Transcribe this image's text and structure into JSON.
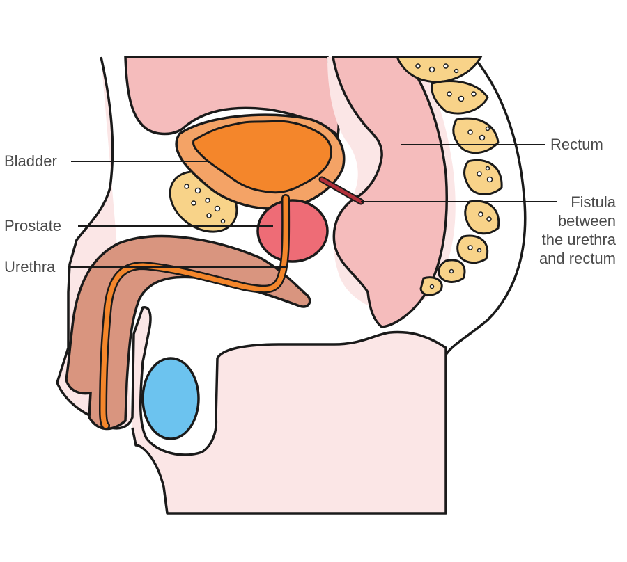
{
  "labels": {
    "bladder": "Bladder",
    "prostate": "Prostate",
    "urethra": "Urethra",
    "rectum": "Rectum",
    "fistula": [
      "Fistula",
      "between",
      "the urethra",
      "and rectum"
    ]
  },
  "colors": {
    "skin": "#fbe6e6",
    "tissue": "#f5bcbc",
    "bladder_wall": "#f4a366",
    "bladder": "#f4862b",
    "prostate": "#ee6c76",
    "urethra": "#f4862b",
    "fistula": "#b0303a",
    "penis": "#d9957f",
    "testis": "#6cc3ef",
    "bone": "#f8d389",
    "outline": "#1a1a1a",
    "label_text": "#4a4a4a"
  }
}
